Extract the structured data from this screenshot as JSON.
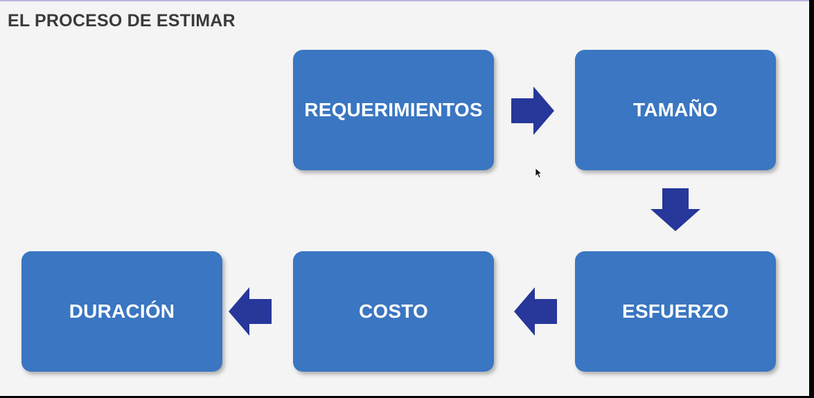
{
  "slide": {
    "title": "EL PROCESO DE ESTIMAR"
  },
  "diagram": {
    "type": "process-flow",
    "nodes": [
      {
        "id": "requerimientos",
        "label": "REQUERIMIENTOS"
      },
      {
        "id": "tamano",
        "label": "TAMAÑO"
      },
      {
        "id": "esfuerzo",
        "label": "ESFUERZO"
      },
      {
        "id": "costo",
        "label": "COSTO"
      },
      {
        "id": "duracion",
        "label": "DURACIÓN"
      }
    ],
    "edges": [
      {
        "from": "requerimientos",
        "to": "tamano",
        "direction": "right"
      },
      {
        "from": "tamano",
        "to": "esfuerzo",
        "direction": "down"
      },
      {
        "from": "esfuerzo",
        "to": "costo",
        "direction": "left"
      },
      {
        "from": "costo",
        "to": "duracion",
        "direction": "left"
      }
    ]
  },
  "colors": {
    "box_fill": "#3a76c2",
    "arrow_fill": "#27379a",
    "background": "#f4f4f4",
    "title_text": "#3a3a3a",
    "box_text": "#ffffff"
  },
  "icons": {
    "pointer": "mouse-pointer-icon"
  }
}
